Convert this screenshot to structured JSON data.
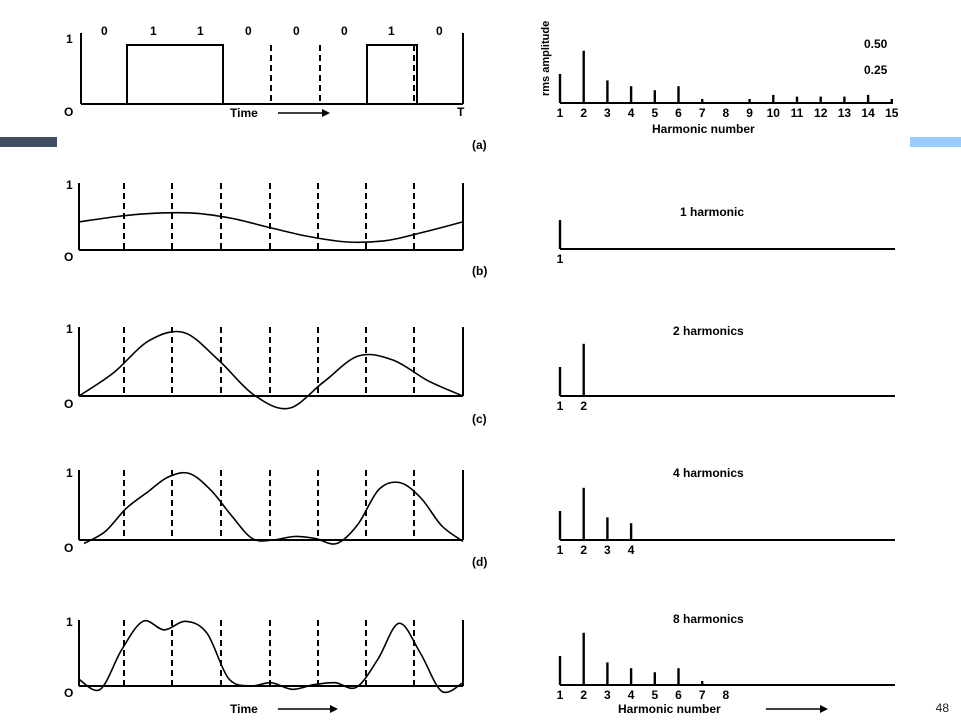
{
  "theme": {
    "left_band_color": "#3f4f61",
    "right_band_color": "#99ccff"
  },
  "page_number": "48",
  "bits": [
    "0",
    "1",
    "1",
    "0",
    "0",
    "0",
    "1",
    "0"
  ],
  "panel_a": {
    "y_top_label": "1",
    "y_zero_label": "O",
    "x_end_label": "T",
    "time_label": "Time",
    "caption": "(a)",
    "spectrum": {
      "ylabel": "rms amplitude",
      "level_labels": [
        "0.50",
        "0.25"
      ],
      "harmonic_ticks": [
        "1",
        "2",
        "3",
        "4",
        "5",
        "6",
        "7",
        "8",
        "9",
        "10",
        "11",
        "12",
        "13",
        "14",
        "15"
      ],
      "xlabel": "Harmonic number"
    }
  },
  "chart_data": [
    {
      "type": "bar",
      "title": "",
      "categories": [
        1,
        2,
        3,
        4,
        5,
        6,
        7,
        8,
        9,
        10,
        11,
        12,
        13,
        14,
        15
      ],
      "values": [
        0.5,
        0.9,
        0.39,
        0.29,
        0.22,
        0.29,
        0.07,
        0,
        0.07,
        0.14,
        0.11,
        0.11,
        0.11,
        0.14,
        0.07
      ],
      "xlabel": "Harmonic number",
      "ylabel": "rms amplitude"
    },
    {
      "type": "bar",
      "title": "1 harmonic",
      "categories": [
        1
      ],
      "values": [
        0.5
      ]
    },
    {
      "type": "bar",
      "title": "2 harmonics",
      "categories": [
        1,
        2
      ],
      "values": [
        0.5,
        0.9
      ]
    },
    {
      "type": "bar",
      "title": "4 harmonics",
      "categories": [
        1,
        2,
        3,
        4
      ],
      "values": [
        0.5,
        0.9,
        0.39,
        0.29
      ]
    },
    {
      "type": "bar",
      "title": "8 harmonics",
      "categories": [
        1,
        2,
        3,
        4,
        5,
        6,
        7,
        8
      ],
      "values": [
        0.5,
        0.9,
        0.39,
        0.29,
        0.22,
        0.29,
        0.07,
        0
      ]
    }
  ],
  "waveforms": [
    {
      "caption": "(b)",
      "y_top_label": "1",
      "y_zero_label": "O",
      "samples": [
        0.42,
        0.5,
        0.55,
        0.55,
        0.47,
        0.33,
        0.2,
        0.12,
        0.14,
        0.27,
        0.42
      ]
    },
    {
      "caption": "(c)",
      "y_top_label": "1",
      "y_zero_label": "O",
      "samples": [
        0.0,
        0.34,
        0.8,
        0.92,
        0.52,
        0.02,
        -0.18,
        0.2,
        0.58,
        0.52,
        0.22,
        0.0
      ]
    },
    {
      "caption": "(d)",
      "y_top_label": "1",
      "y_zero_label": "O",
      "samples": [
        -0.05,
        0.12,
        0.45,
        0.68,
        0.9,
        0.95,
        0.72,
        0.35,
        0.02,
        0.0,
        0.05,
        0.02,
        -0.05,
        0.22,
        0.72,
        0.82,
        0.6,
        0.2,
        -0.02
      ]
    },
    {
      "caption": "",
      "y_top_label": "1",
      "y_zero_label": "O",
      "time_label": "Time",
      "xlabel_spectrum": "Harmonic number",
      "samples": [
        0.1,
        -0.05,
        0.55,
        0.98,
        0.85,
        0.98,
        0.8,
        0.12,
        0.0,
        0.05,
        -0.05,
        0.02,
        0.05,
        -0.02,
        0.4,
        0.95,
        0.5,
        -0.08,
        0.05
      ]
    }
  ]
}
